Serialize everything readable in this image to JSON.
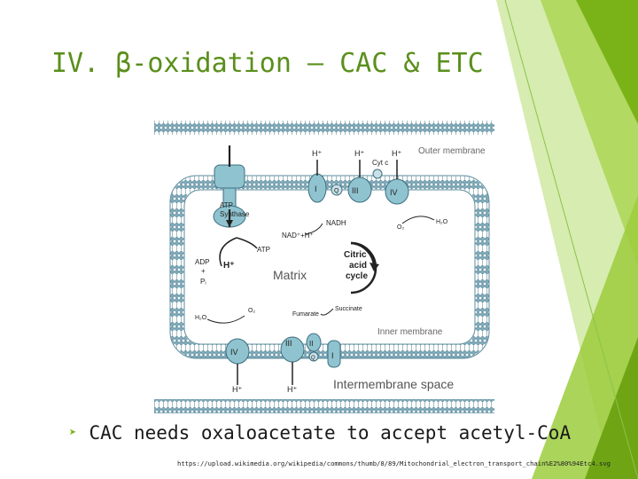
{
  "slide": {
    "title": "IV. β-oxidation – CAC & ETC",
    "bullet": "CAC needs oxaloacetate to accept acetyl-CoA",
    "source_url": "https://upload.wikimedia.org/wikipedia/commons/thumb/8/89/Mitochondrial_electron_transport_chain%E2%80%94Etc4.svg",
    "accent_color": "#7ab317",
    "title_color": "#5a8f1b"
  },
  "figure": {
    "outer_membrane": "Outer membrane",
    "inner_membrane": "Inner membrane",
    "matrix": "Matrix",
    "intermembrane_space": "Intermembrane space",
    "atp_synthase": "ATP Synthase",
    "atp_synthase_line1": "ATP",
    "atp_synthase_line2": "Synthase",
    "cyt_c": "Cyt c",
    "nadh": "NADH",
    "nad_h": "NAD⁺+H⁺",
    "atp": "ATP",
    "adp": "ADP",
    "plus": "+",
    "pi": "Pᵢ",
    "h_plus": "H⁺",
    "h2o": "H₂O",
    "o2": "O₂",
    "citric_acid_cycle_1": "Citric",
    "citric_acid_cycle_2": "acid",
    "citric_acid_cycle_3": "cycle",
    "fumarate": "Fumarate",
    "succinate": "Succinate",
    "q": "Q",
    "complex_I": "I",
    "complex_II": "II",
    "complex_III": "III",
    "complex_IV": "IV"
  }
}
